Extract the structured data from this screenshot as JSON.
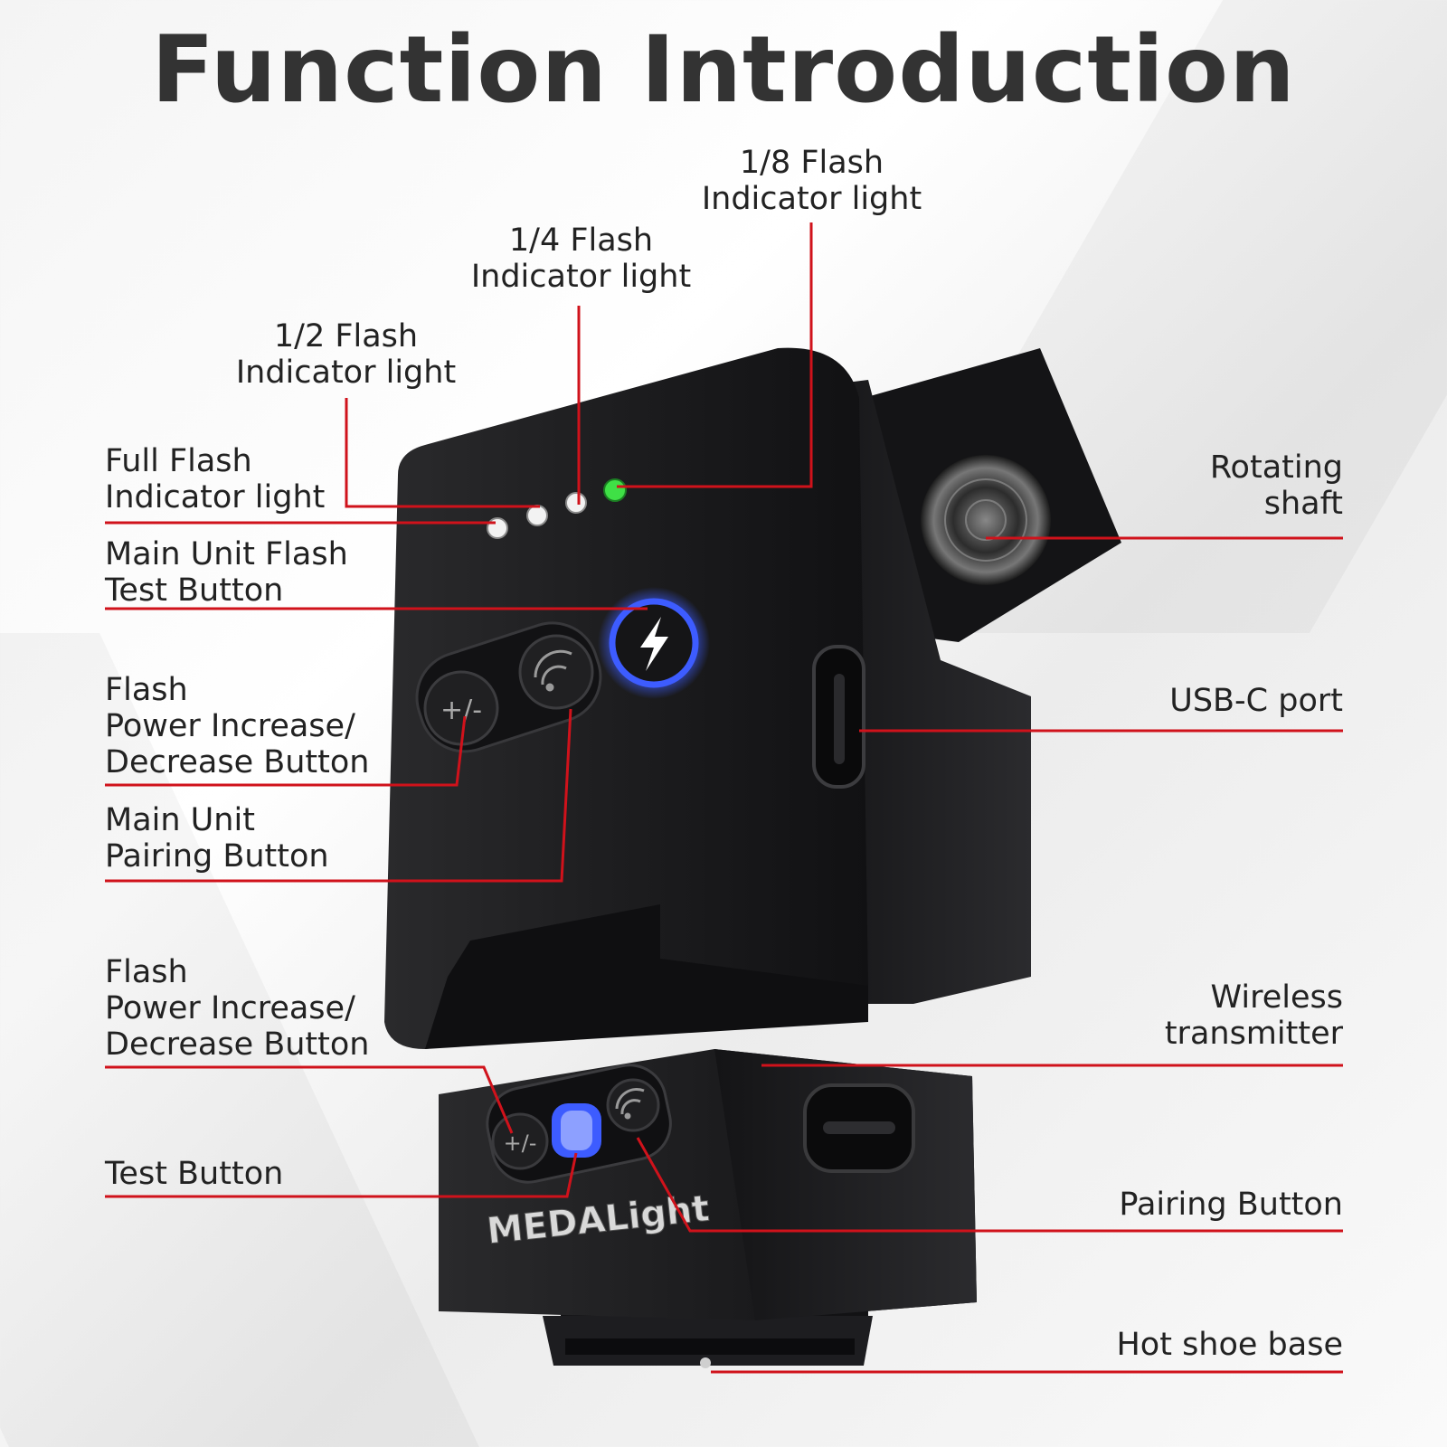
{
  "title": "Function Introduction",
  "labels": {
    "eighth_flash": "1/8 Flash\nIndicator light",
    "quarter_flash": "1/4 Flash\nIndicator light",
    "half_flash": "1/2 Flash\nIndicator light",
    "full_flash": "Full Flash\nIndicator light",
    "main_test": "Main Unit Flash\nTest Button",
    "main_power": "Flash\nPower Increase/\nDecrease Button",
    "main_pairing": "Main Unit\nPairing Button",
    "tx_power": "Flash\nPower Increase/\nDecrease Button",
    "tx_test": "Test Button",
    "rotating_shaft": "Rotating\nshaft",
    "usb_c": "USB-C port",
    "wireless": "Wireless\ntransmitter",
    "tx_pairing": "Pairing Button",
    "hot_shoe": "Hot shoe base"
  },
  "device": {
    "brand": "MEDALight",
    "button_power_glyph": "+/-"
  },
  "colors": {
    "leader_line": "#d0121b",
    "body": "#1c1c1e",
    "led_on": "#3fe046",
    "led_off": "#f2f2f2",
    "ring_blue": "#3d5cff"
  }
}
